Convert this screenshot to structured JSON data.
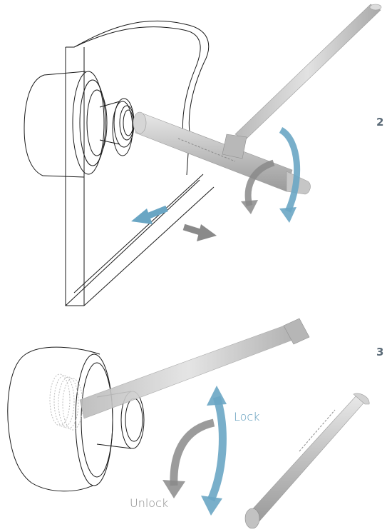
{
  "steps": [
    {
      "number": "2"
    },
    {
      "number": "3"
    }
  ],
  "labels": {
    "lock": "Lock",
    "unlock": "Unlock"
  },
  "colors": {
    "lock_arrow": "#6aa6c4",
    "unlock_arrow": "#8a8a8a",
    "lock_text": "#5f9cbc",
    "unlock_text": "#8a8a8a",
    "outline": "#1a1a1a",
    "tool_metal": "#c9c9c9",
    "step_number": "#5b6b78"
  },
  "icons": {
    "rotate_lock": "curved-arrow-clockwise",
    "rotate_unlock": "curved-arrow-counterclockwise",
    "push_in": "straight-arrow",
    "pull_out": "straight-arrow"
  }
}
